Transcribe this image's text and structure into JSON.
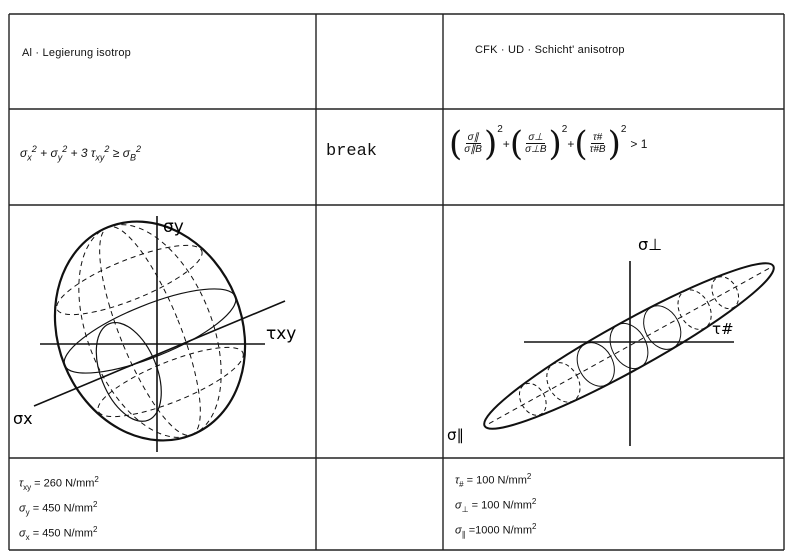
{
  "header": {
    "left": "Al · Legierung isotrop",
    "right": "CFK · UD · Schicht' anisotrop"
  },
  "criteria": {
    "isotropic": {
      "t1": "σ",
      "s1": "x",
      "p1": "2",
      "op1": " + ",
      "t2": "σ",
      "s2": "y",
      "p2": "2",
      "op2": " + 3 ",
      "t3": "τ",
      "s3": "xy",
      "p3": "2",
      "op3": " ≥ ",
      "t4": "σ",
      "s4": "B",
      "p4": "2"
    },
    "middle": "break",
    "anisotropic": {
      "f1_num": "σ∥",
      "f1_den": "σ∥B",
      "f2_num": "σ⊥",
      "f2_den": "σ⊥B",
      "f3_num": "τ#",
      "f3_den": "τ#B",
      "power": "2",
      "plus": "+",
      "compare": "> 1"
    }
  },
  "diagrams": {
    "isotropic": {
      "axis_y": "σy",
      "axis_x": "σx",
      "axis_shear": "τxy"
    },
    "anisotropic": {
      "axis_y": "σ⊥",
      "axis_x": "σ∥",
      "axis_shear": "τ#"
    }
  },
  "values": {
    "isotropic": [
      {
        "sym": "τ",
        "sub": "xy",
        "eq": " = ",
        "val": "260 N/mm",
        "exp": "2"
      },
      {
        "sym": "σ",
        "sub": "y",
        "eq": " = ",
        "val": "450 N/mm",
        "exp": "2"
      },
      {
        "sym": "σ",
        "sub": "x",
        "eq": " = ",
        "val": "450 N/mm",
        "exp": "2"
      }
    ],
    "anisotropic": [
      {
        "sym": "τ",
        "sub": "#",
        "eq": " = ",
        "val": "100 N/mm",
        "exp": "2"
      },
      {
        "sym": "σ",
        "sub": "⊥",
        "eq": " = ",
        "val": "100 N/mm",
        "exp": "2"
      },
      {
        "sym": "σ",
        "sub": "∥",
        "eq": " =",
        "val": "1000 N/mm",
        "exp": "2"
      }
    ]
  }
}
